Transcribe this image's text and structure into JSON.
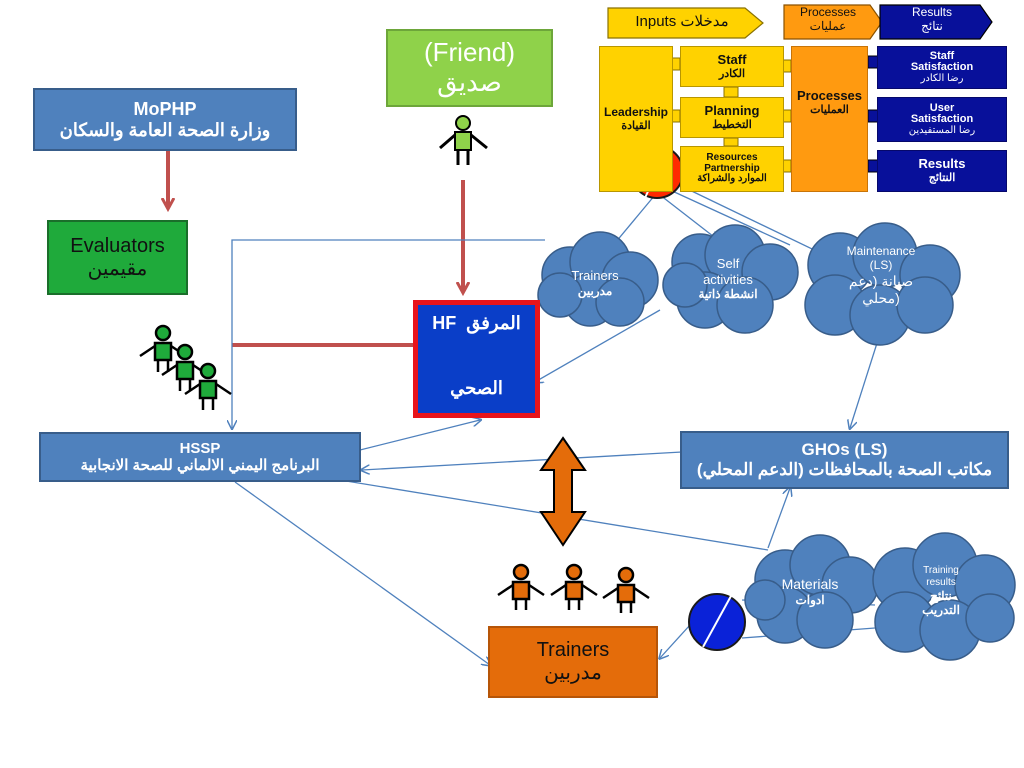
{
  "mophp": {
    "title": "MoPHP",
    "subtitle": "وزارة الصحة العامة والسكان"
  },
  "evaluators": {
    "title": "Evaluators",
    "subtitle": "مقيمين"
  },
  "friend": {
    "title": "(Friend)",
    "subtitle": "صديق"
  },
  "hf": {
    "title_en": "HF",
    "title_ar": "المرفق",
    "subtitle": "الصحي"
  },
  "hssp": {
    "title": "HSSP",
    "subtitle": "البرنامج اليمني الالماني للصحة الانجابية"
  },
  "ghos": {
    "title": "GHOs (LS)",
    "subtitle": "مكاتب الصحة بالمحافظات (الدعم المحلي)"
  },
  "trainers_box": {
    "title": "Trainers",
    "subtitle": "مدربين"
  },
  "clouds": {
    "trainers": {
      "en": "Trainers",
      "ar": "مدربين"
    },
    "self": {
      "en1": "Self",
      "en2": "activities",
      "ar": "انشطة ذاتية"
    },
    "maintenance": {
      "en1": "Maintenance",
      "en2": "(LS)",
      "ar1": "صيانة (دعم",
      "ar2": "محلي)"
    },
    "materials": {
      "en": "Materials",
      "ar": "ادوات"
    },
    "training_results": {
      "en1": "Training",
      "en2": "results",
      "ar1": "نتائج",
      "ar2": "التدريب"
    }
  },
  "efqm": {
    "header_inputs": "Inputs مدخلات",
    "header_processes_en": "Processes",
    "header_processes_ar": "عمليات",
    "header_results_en": "Results",
    "header_results_ar": "نتائج",
    "leadership_en": "Leadership",
    "leadership_ar": "القيادة",
    "staff_en": "Staff",
    "staff_ar": "الكادر",
    "planning_en": "Planning",
    "planning_ar": "التخطيط",
    "resources_en1": "Resources",
    "resources_en2": "Partnership",
    "resources_ar": "الموارد والشراكة",
    "processes_en": "Processes",
    "processes_ar": "العمليات",
    "staff_sat_en1": "Staff",
    "staff_sat_en2": "Satisfaction",
    "staff_sat_ar": "رضا الكادر",
    "user_sat_en1": "User",
    "user_sat_en2": "Satisfaction",
    "user_sat_ar": "رضا المستفيدين",
    "results_en": "Results",
    "results_ar": "النتائج"
  },
  "colors": {
    "accent_blue": "#4f81bd",
    "hf_blue": "#0a3ec8",
    "hf_border": "#e8141b",
    "arrow_red": "#c0504d",
    "orange": "#e46c0a"
  }
}
